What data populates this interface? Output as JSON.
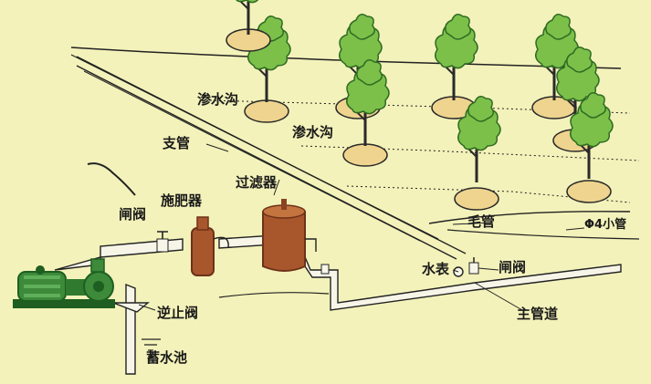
{
  "colors": {
    "background": "#f3f2ba",
    "ink": "#1a1a1a",
    "pipe": "#f6f5e8",
    "tank": "#a8562c",
    "tank_dark": "#6d3318",
    "motor": "#3c8a3a",
    "motor_dark": "#1e5e20",
    "foliage": "#7cc04a",
    "foliage_dark": "#2f6b22",
    "soil_basin": "#eed48e"
  },
  "labels": {
    "seepage_ditch_1": "渗水沟",
    "seepage_ditch_2": "渗水沟",
    "branch_pipe": "支管",
    "fertilizer_applicator": "施肥器",
    "filter": "过滤器",
    "gate_valve_left": "闸阀",
    "capillary_pipe": "毛管",
    "small_pipe": "Φ4小管",
    "water_meter": "水表",
    "gate_valve_right": "闸阀",
    "check_valve": "逆止阀",
    "main_pipe": "主管道",
    "reservoir": "蓄水池"
  },
  "icons": {
    "pump": "pump-motor-icon",
    "tree": "tree-icon",
    "tank": "filter-tank-icon"
  }
}
